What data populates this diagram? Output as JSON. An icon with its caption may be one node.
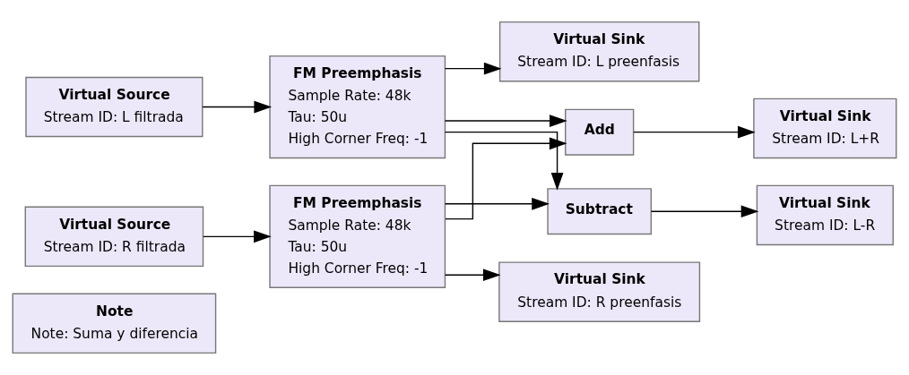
{
  "diagram": {
    "nodes": [
      {
        "text": [
          "Note",
          "Note: Suma y diferencia"
        ]
      },
      {
        "text": [
          "Virtual Source",
          "Stream ID: L filtrada"
        ]
      },
      {
        "text": [
          "FM Preemphasis",
          "Sample Rate: 48k",
          "Tau: 50u",
          "High Corner Freq: -1"
        ]
      },
      {
        "text": [
          "Virtual Sink",
          "Stream ID: L preenfasis"
        ]
      },
      {
        "text": [
          "Add"
        ]
      },
      {
        "text": [
          "Virtual Sink",
          "Stream ID: L+R"
        ]
      },
      {
        "text": [
          "Virtual Source",
          "Stream ID: R filtrada"
        ]
      },
      {
        "text": [
          "FM Preemphasis",
          "Sample Rate: 48k",
          "Tau: 50u",
          "High Corner Freq: -1"
        ]
      },
      {
        "text": [
          "Subtract"
        ]
      },
      {
        "text": [
          "Virtual Sink",
          "Stream ID: L-R"
        ]
      },
      {
        "text": [
          "Virtual Sink",
          "Stream ID: R preenfasis"
        ]
      }
    ],
    "edges": [
      {
        "from": 1,
        "to": 2,
        "arrow": "to"
      },
      {
        "from": 2,
        "to": 3,
        "arrow": "to"
      },
      {
        "from": 2,
        "to": 4,
        "arrow": "to"
      },
      {
        "from": 2,
        "to": 8,
        "arrow": "to"
      },
      {
        "from": 7,
        "to": 4,
        "arrow": "to"
      },
      {
        "from": 7,
        "to": 8,
        "arrow": "to"
      },
      {
        "from": 7,
        "to": 10,
        "arrow": "to"
      },
      {
        "from": 6,
        "to": 7,
        "arrow": "to"
      },
      {
        "from": 4,
        "to": 5,
        "arrow": "to"
      },
      {
        "from": 8,
        "to": 9,
        "arrow": "to"
      }
    ]
  }
}
